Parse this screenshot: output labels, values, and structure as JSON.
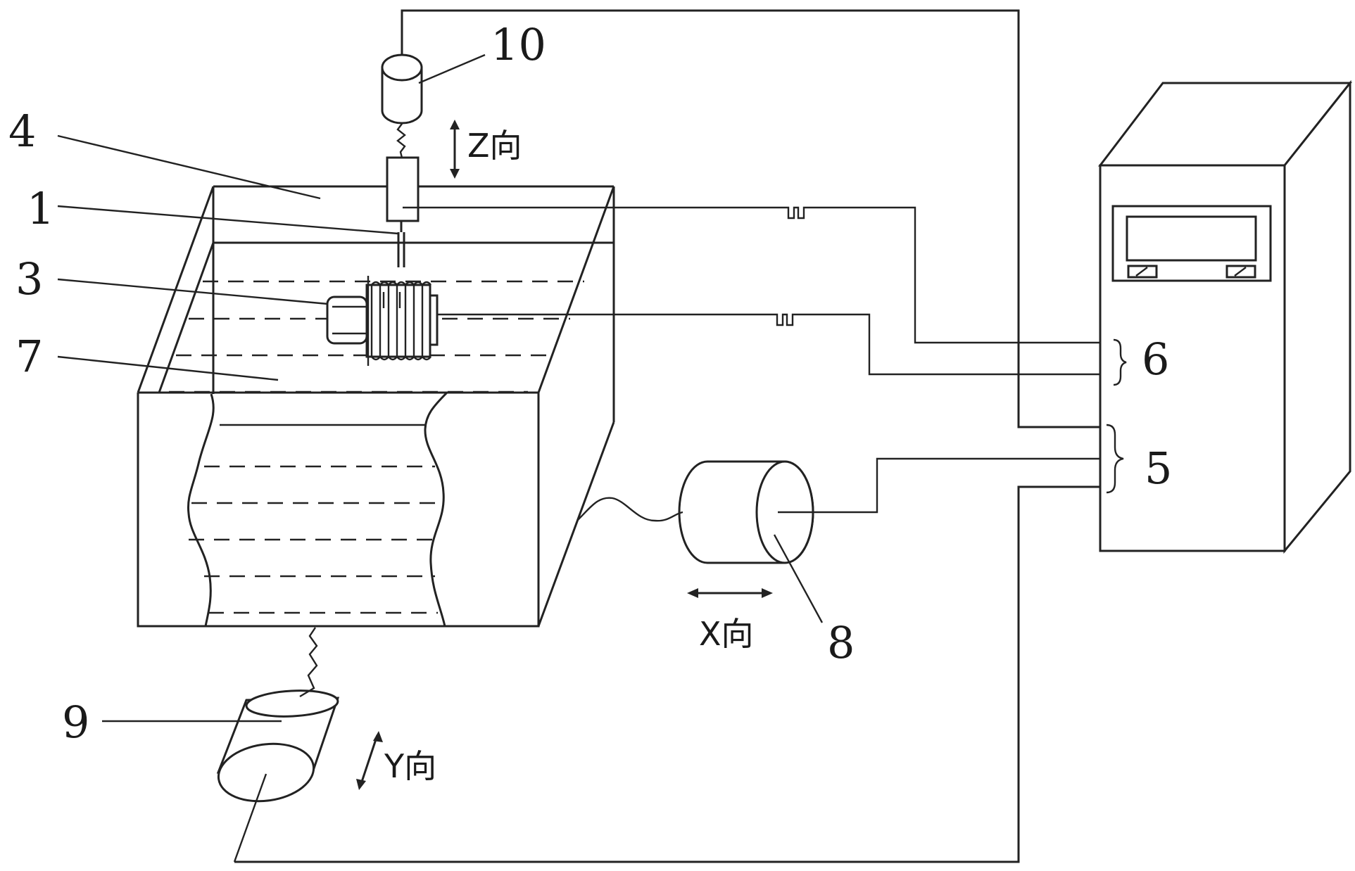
{
  "labels": {
    "part_1": "1",
    "part_3": "3",
    "part_4": "4",
    "part_5": "5",
    "part_6": "6",
    "part_7": "7",
    "part_8": "8",
    "part_9": "9",
    "part_10": "10"
  },
  "axes": {
    "z": "Z向",
    "x": "X向",
    "y": "Y向"
  }
}
